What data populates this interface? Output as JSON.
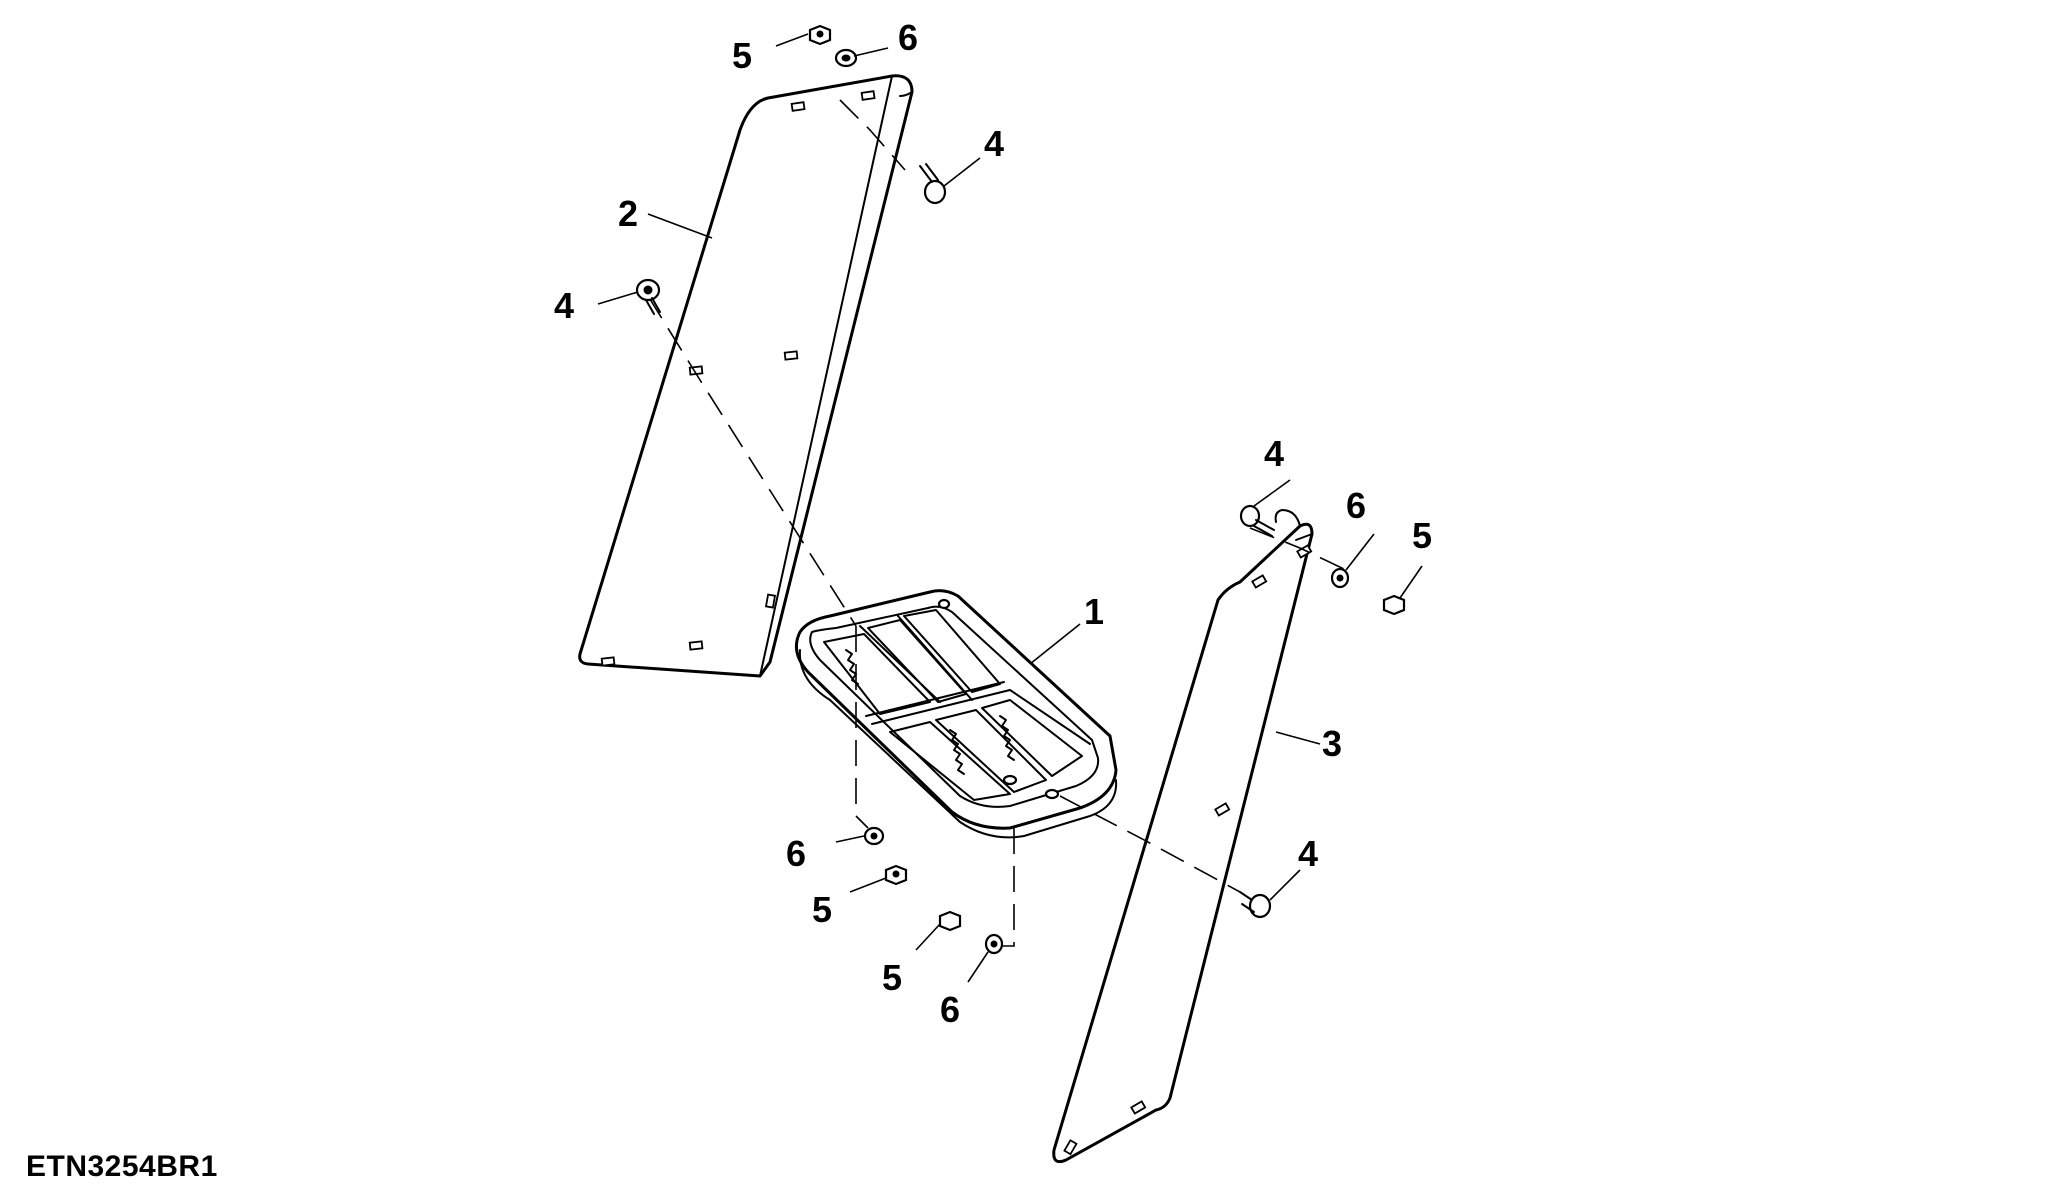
{
  "figure_id": "ETN3254BR1",
  "callouts": {
    "c1": "1",
    "c2": "2",
    "c3": "3",
    "c4a": "4",
    "c4b": "4",
    "c4c": "4",
    "c4d": "4",
    "c5a": "5",
    "c5b": "5",
    "c5c": "5",
    "c5d": "5",
    "c6a": "6",
    "c6b": "6",
    "c6c": "6",
    "c6d": "6"
  },
  "stroke_color": "#000000",
  "background_color": "#ffffff"
}
